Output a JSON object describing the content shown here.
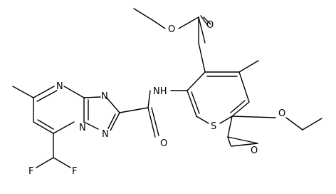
{
  "molecule": {
    "atoms": {
      "o_ester_top": "O",
      "o_carbonyl_top": "O",
      "n_amide": "NH",
      "o_amide": "O",
      "s_thiophene": "S",
      "o_ester_right": "O",
      "o_carbonyl_bottom": "O",
      "n_pyrimidine": "N",
      "n_triazole_top": "N",
      "n_bridge": "N",
      "n_triazole_bottom": "N",
      "f_left": "F",
      "f_right": "F"
    }
  }
}
